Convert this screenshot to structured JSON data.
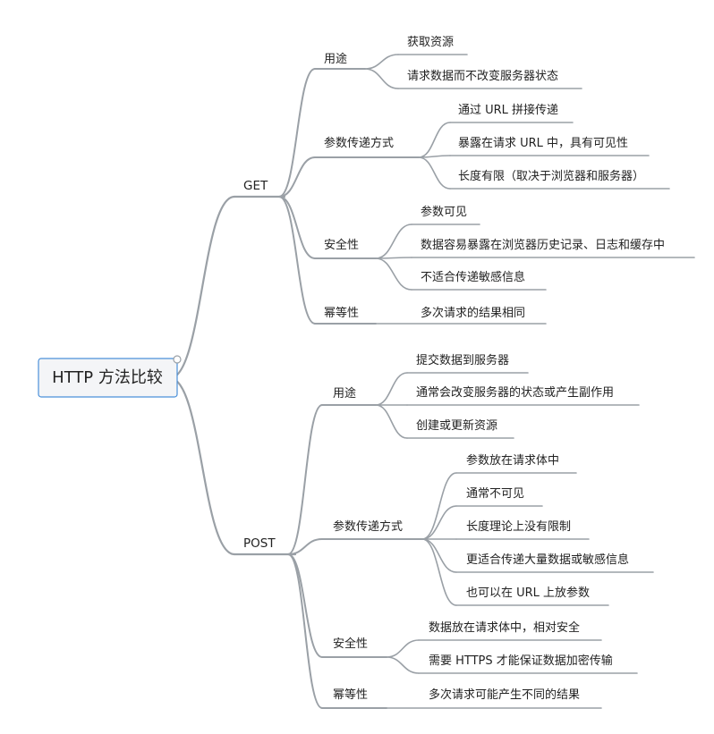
{
  "root": {
    "label": "HTTP 方法比较"
  },
  "branches": [
    {
      "label": "GET",
      "groups": [
        {
          "label": "用途",
          "items": [
            "获取资源",
            "请求数据而不改变服务器状态"
          ]
        },
        {
          "label": "参数传递方式",
          "items": [
            "通过 URL 拼接传递",
            "暴露在请求 URL 中，具有可见性",
            "长度有限（取决于浏览器和服务器）"
          ]
        },
        {
          "label": "安全性",
          "items": [
            "参数可见",
            "数据容易暴露在浏览器历史记录、日志和缓存中",
            "不适合传递敏感信息"
          ]
        },
        {
          "label": "幂等性",
          "items": [
            "多次请求的结果相同"
          ]
        }
      ]
    },
    {
      "label": "POST",
      "groups": [
        {
          "label": "用途",
          "items": [
            "提交数据到服务器",
            "通常会改变服务器的状态或产生副作用",
            "创建或更新资源"
          ]
        },
        {
          "label": "参数传递方式",
          "items": [
            "参数放在请求体中",
            "通常不可见",
            "长度理论上没有限制",
            "更适合传递大量数据或敏感信息",
            "也可以在 URL 上放参数"
          ]
        },
        {
          "label": "安全性",
          "items": [
            "数据放在请求体中，相对安全",
            "需要 HTTPS 才能保证数据加密传输"
          ]
        },
        {
          "label": "幂等性",
          "items": [
            "多次请求可能产生不同的结果"
          ]
        }
      ]
    }
  ],
  "colors": {
    "line": "#9aa0a6",
    "root_border": "#4a90d9",
    "root_fill": "#f4f5f7",
    "text": "#222222"
  }
}
